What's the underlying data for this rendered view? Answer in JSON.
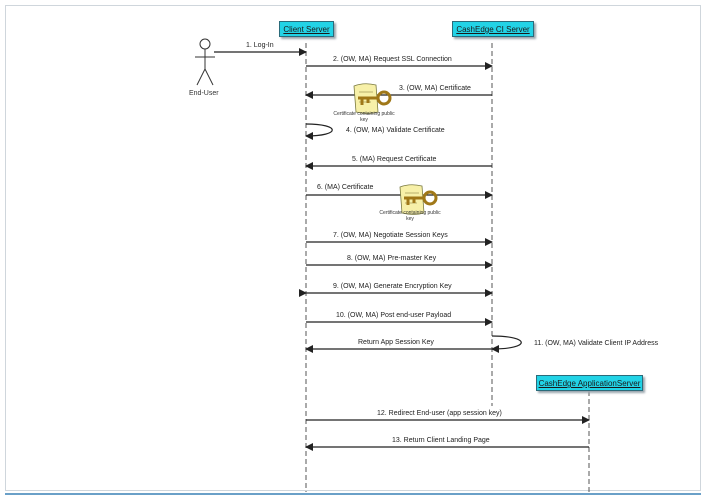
{
  "actors": {
    "end_user": "End-User",
    "client_server": "Client Server",
    "ci_server": "CashEdge CI Server",
    "app_server": "CashEdge ApplicationServer"
  },
  "messages": [
    {
      "id": "m1",
      "label": "1. Log-In"
    },
    {
      "id": "m2",
      "label": "2. (OW, MA) Request SSL Connection"
    },
    {
      "id": "m3",
      "label": "3. (OW, MA) Certificate"
    },
    {
      "id": "m4",
      "label": "4. (OW, MA) Validate Certificate"
    },
    {
      "id": "m5",
      "label": "5. (MA) Request Certificate"
    },
    {
      "id": "m6",
      "label": "6. (MA) Certificate"
    },
    {
      "id": "m7",
      "label": "7. (OW, MA) Negotiate Session Keys"
    },
    {
      "id": "m8",
      "label": "8. (OW, MA) Pre-master Key"
    },
    {
      "id": "m9",
      "label": "9. (OW, MA) Generate Encryption Key"
    },
    {
      "id": "m10",
      "label": "10. (OW, MA) Post end-user Payload"
    },
    {
      "id": "m11",
      "label": "11. (OW, MA) Validate Client IP Address"
    },
    {
      "id": "m_return",
      "label": "Return App Session Key"
    },
    {
      "id": "m12",
      "label": "12. Redirect End-user (app session key)"
    },
    {
      "id": "m13",
      "label": "13. Return Client Landing Page"
    }
  ],
  "certificates": [
    {
      "caption": "Certificate containing public key"
    },
    {
      "caption": "Certificate containing public key"
    }
  ],
  "colors": {
    "actor_fill": "#22d3e6",
    "line": "#333333",
    "cert_fill": "#f7f0a8",
    "key": "#a07818"
  }
}
